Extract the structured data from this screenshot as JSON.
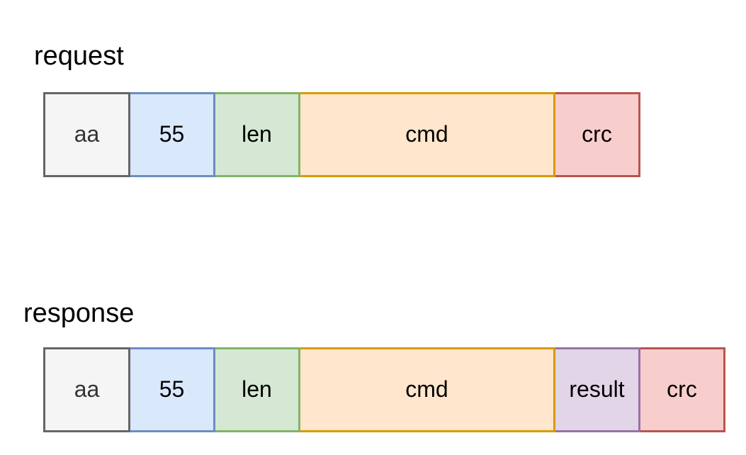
{
  "request": {
    "label": "request",
    "fields": [
      {
        "text": "aa",
        "units": 1,
        "fill": "#f5f5f5",
        "stroke": "#666666",
        "textColor": "#333333"
      },
      {
        "text": "55",
        "units": 1,
        "fill": "#dae8fc",
        "stroke": "#6c8ebf",
        "textColor": "#000000"
      },
      {
        "text": "len",
        "units": 1,
        "fill": "#d5e8d4",
        "stroke": "#82b366",
        "textColor": "#000000"
      },
      {
        "text": "cmd",
        "units": 3,
        "fill": "#ffe6cc",
        "stroke": "#d79b00",
        "textColor": "#000000"
      },
      {
        "text": "crc",
        "units": 1,
        "fill": "#f8cecc",
        "stroke": "#b85450",
        "textColor": "#000000"
      }
    ]
  },
  "response": {
    "label": "response",
    "fields": [
      {
        "text": "aa",
        "units": 1,
        "fill": "#f5f5f5",
        "stroke": "#666666",
        "textColor": "#333333"
      },
      {
        "text": "55",
        "units": 1,
        "fill": "#dae8fc",
        "stroke": "#6c8ebf",
        "textColor": "#000000"
      },
      {
        "text": "len",
        "units": 1,
        "fill": "#d5e8d4",
        "stroke": "#82b366",
        "textColor": "#000000"
      },
      {
        "text": "cmd",
        "units": 3,
        "fill": "#ffe6cc",
        "stroke": "#d79b00",
        "textColor": "#000000"
      },
      {
        "text": "result",
        "units": 1,
        "fill": "#e1d5e7",
        "stroke": "#9673a6",
        "textColor": "#000000"
      },
      {
        "text": "crc",
        "units": 1,
        "fill": "#f8cecc",
        "stroke": "#b85450",
        "textColor": "#000000"
      }
    ]
  }
}
